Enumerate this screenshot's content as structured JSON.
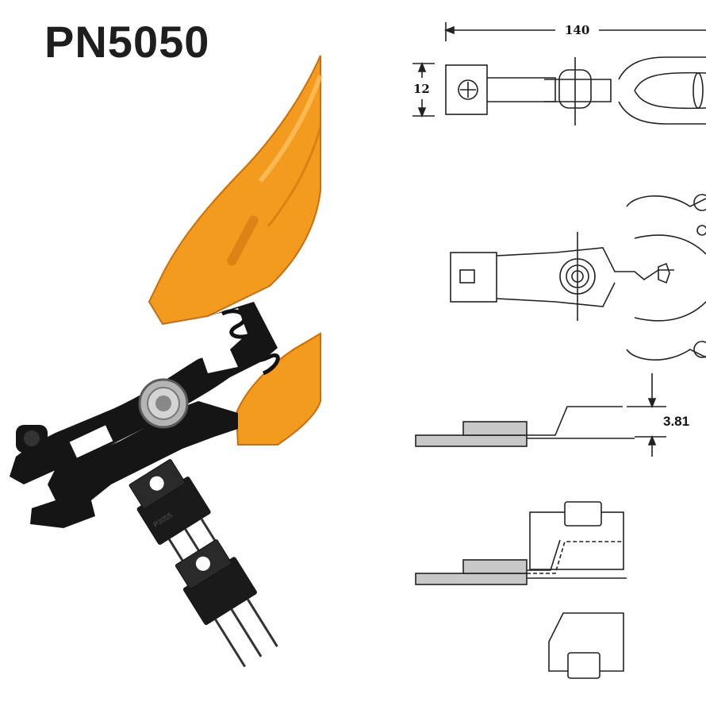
{
  "title": "PN5050",
  "dimensions": {
    "length": "140",
    "width": "12",
    "bend_height": "3.81"
  },
  "colors": {
    "handle": "#F29B1E",
    "handle_shade": "#C86F0E",
    "jaw": "#151515",
    "pivot": "#9a9a9a",
    "line": "#222222",
    "fill_grey": "#c8c8c8"
  },
  "icons": [
    "pliers-photo",
    "transistor-icon",
    "transistor-icon"
  ]
}
